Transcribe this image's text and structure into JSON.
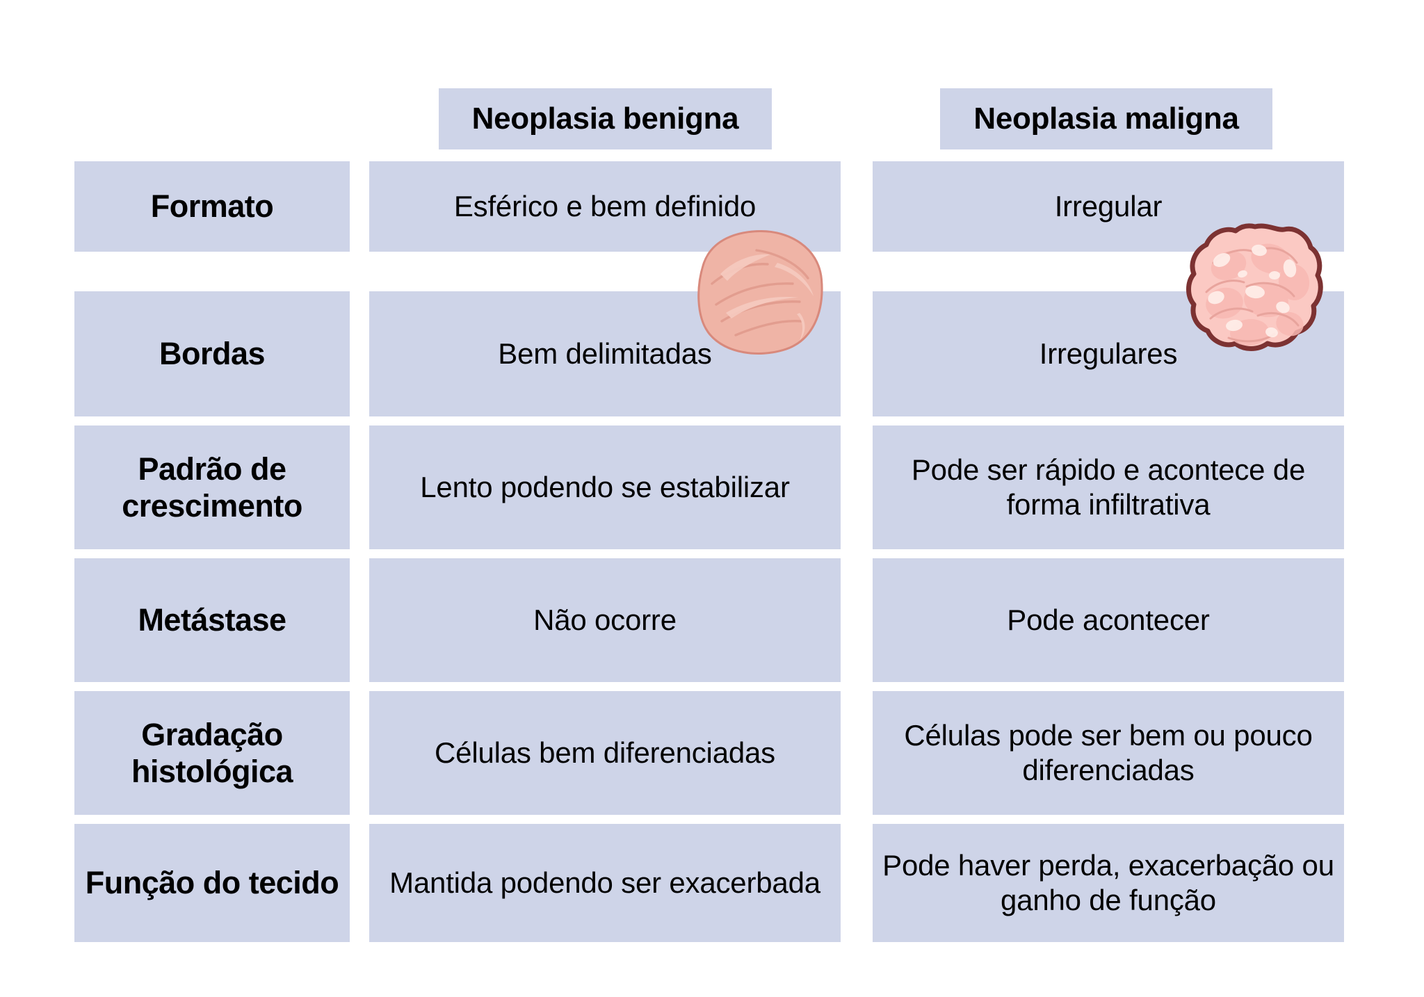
{
  "colors": {
    "cell_background": "#ced4e8",
    "page_background": "#ffffff",
    "text": "#000000",
    "benign_tumor_fill": "#eba99a",
    "benign_tumor_outline": "#d8897c",
    "malignant_tumor_fill": "#fbc9c3",
    "malignant_tumor_outline": "#7c3232"
  },
  "headers": {
    "row_label_column": "",
    "benign": "Neoplasia benigna",
    "malignant": "Neoplasia maligna"
  },
  "rows": [
    {
      "label": "Formato",
      "benign": "Esférico e bem definido",
      "malignant": "Irregular"
    },
    {
      "label": "Bordas",
      "benign": "Bem delimitadas",
      "malignant": "Irregulares"
    },
    {
      "label": "Padrão de crescimento",
      "benign": "Lento podendo se estabilizar",
      "malignant": "Pode ser rápido e acontece de forma infiltrativa"
    },
    {
      "label": "Metástase",
      "benign": "Não ocorre",
      "malignant": "Pode acontecer"
    },
    {
      "label": "Gradação histológica",
      "benign": "Células bem diferenciadas",
      "malignant": "Células pode ser bem ou pouco diferenciadas"
    },
    {
      "label": "Função do tecido",
      "benign": "Mantida podendo ser exacerbada",
      "malignant": "Pode haver perda, exacerbação ou ganho de função"
    }
  ],
  "illustrations": {
    "benign": "smooth-round-tumor-illustration",
    "malignant": "lobulated-irregular-tumor-illustration"
  }
}
